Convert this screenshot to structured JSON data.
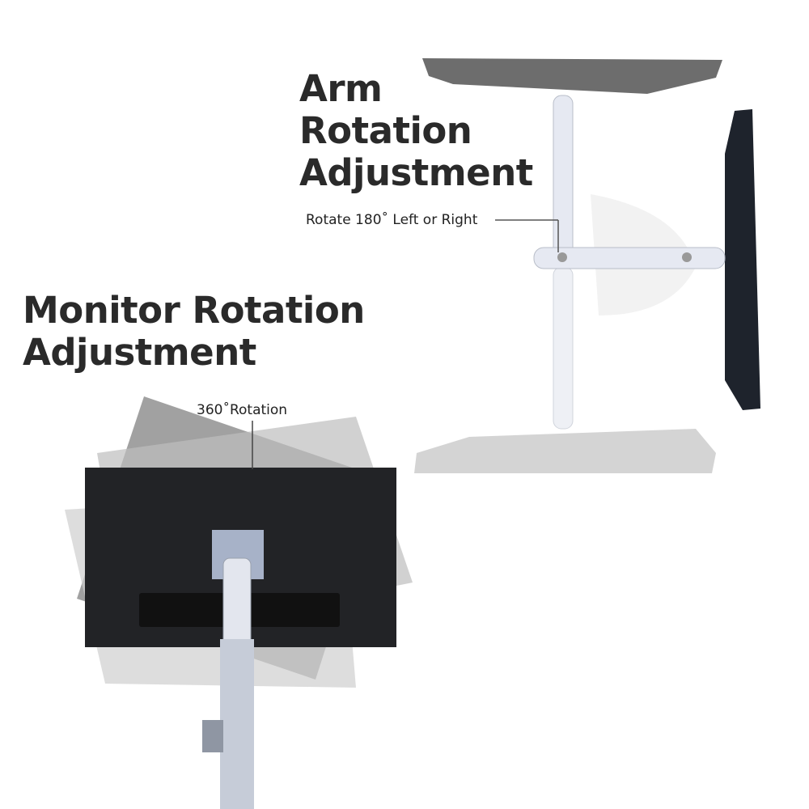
{
  "arm_section": {
    "title_lines": [
      "Arm",
      "Rotation",
      "Adjustment"
    ],
    "caption": "Rotate 180˚ Left or Right"
  },
  "monitor_section": {
    "title_lines": [
      "Monitor Rotation",
      "Adjustment"
    ],
    "caption": "360˚Rotation"
  },
  "colors": {
    "text": "#2a2a2a",
    "monitor_dark": "#1e232c",
    "monitor_grey": "#6d6d6d",
    "monitor_light": "#c9c9c9",
    "arm": "#e6e9f2"
  }
}
